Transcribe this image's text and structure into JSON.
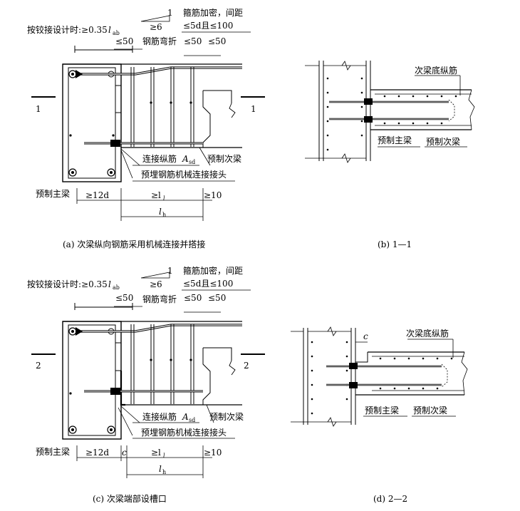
{
  "panel_a": {
    "hinge_note": "按铰接设计时:≥0.35",
    "hinge_note_sym": "l",
    "hinge_note_sub": "ab",
    "slope_num": "1",
    "slope_den": "≥6",
    "stirrup_title": "箍筋加密，间距",
    "stirrup_spacing": "≤5d且≤100",
    "le50_a": "≤50",
    "le50_b": "≤50",
    "le50_c": "≤50",
    "bend_label": "钢筋弯折",
    "section_mark": "1",
    "connect_bar": "连接纵筋",
    "connect_bar_sym": "A",
    "connect_bar_sub": "sd",
    "secondary_beam": "预制次梁",
    "coupler": "预埋钢筋机械连接接头",
    "main_beam": "预制主梁",
    "dim_12d": "≥12d",
    "dim_ll": "≥l",
    "dim_ll_sub": "l",
    "dim_10": "≥10",
    "dim_lh": "l",
    "dim_lh_sub": "h",
    "caption": "(a) 次梁纵向钢筋采用机械连接并搭接"
  },
  "panel_b": {
    "bottom_bar": "次梁底纵筋",
    "main_beam": "预制主梁",
    "secondary_beam": "预制次梁",
    "caption": "(b) 1—1"
  },
  "panel_c": {
    "hinge_note": "按铰接设计时:≥0.35",
    "hinge_note_sym": "l",
    "hinge_note_sub": "ab",
    "slope_num": "1",
    "slope_den": "≥6",
    "stirrup_title": "箍筋加密，间距",
    "stirrup_spacing": "≤5d且≤100",
    "le50_a": "≤50",
    "le50_b": "≤50",
    "le50_c": "≤50",
    "bend_label": "钢筋弯折",
    "section_mark": "2",
    "connect_bar": "连接纵筋",
    "connect_bar_sym": "A",
    "connect_bar_sub": "sd",
    "secondary_beam": "预制次梁",
    "coupler": "预埋钢筋机械连接接头",
    "main_beam": "预制主梁",
    "dim_12d": "≥12d",
    "dim_c": "c",
    "dim_ll": "≥l",
    "dim_ll_sub": "l",
    "dim_10": "≥10",
    "dim_lh": "l",
    "dim_lh_sub": "h",
    "caption": "(c) 次梁端部设槽口"
  },
  "panel_d": {
    "dim_c": "c",
    "bottom_bar": "次梁底纵筋",
    "main_beam": "预制主梁",
    "secondary_beam": "预制次梁",
    "caption": "(d) 2—2"
  }
}
